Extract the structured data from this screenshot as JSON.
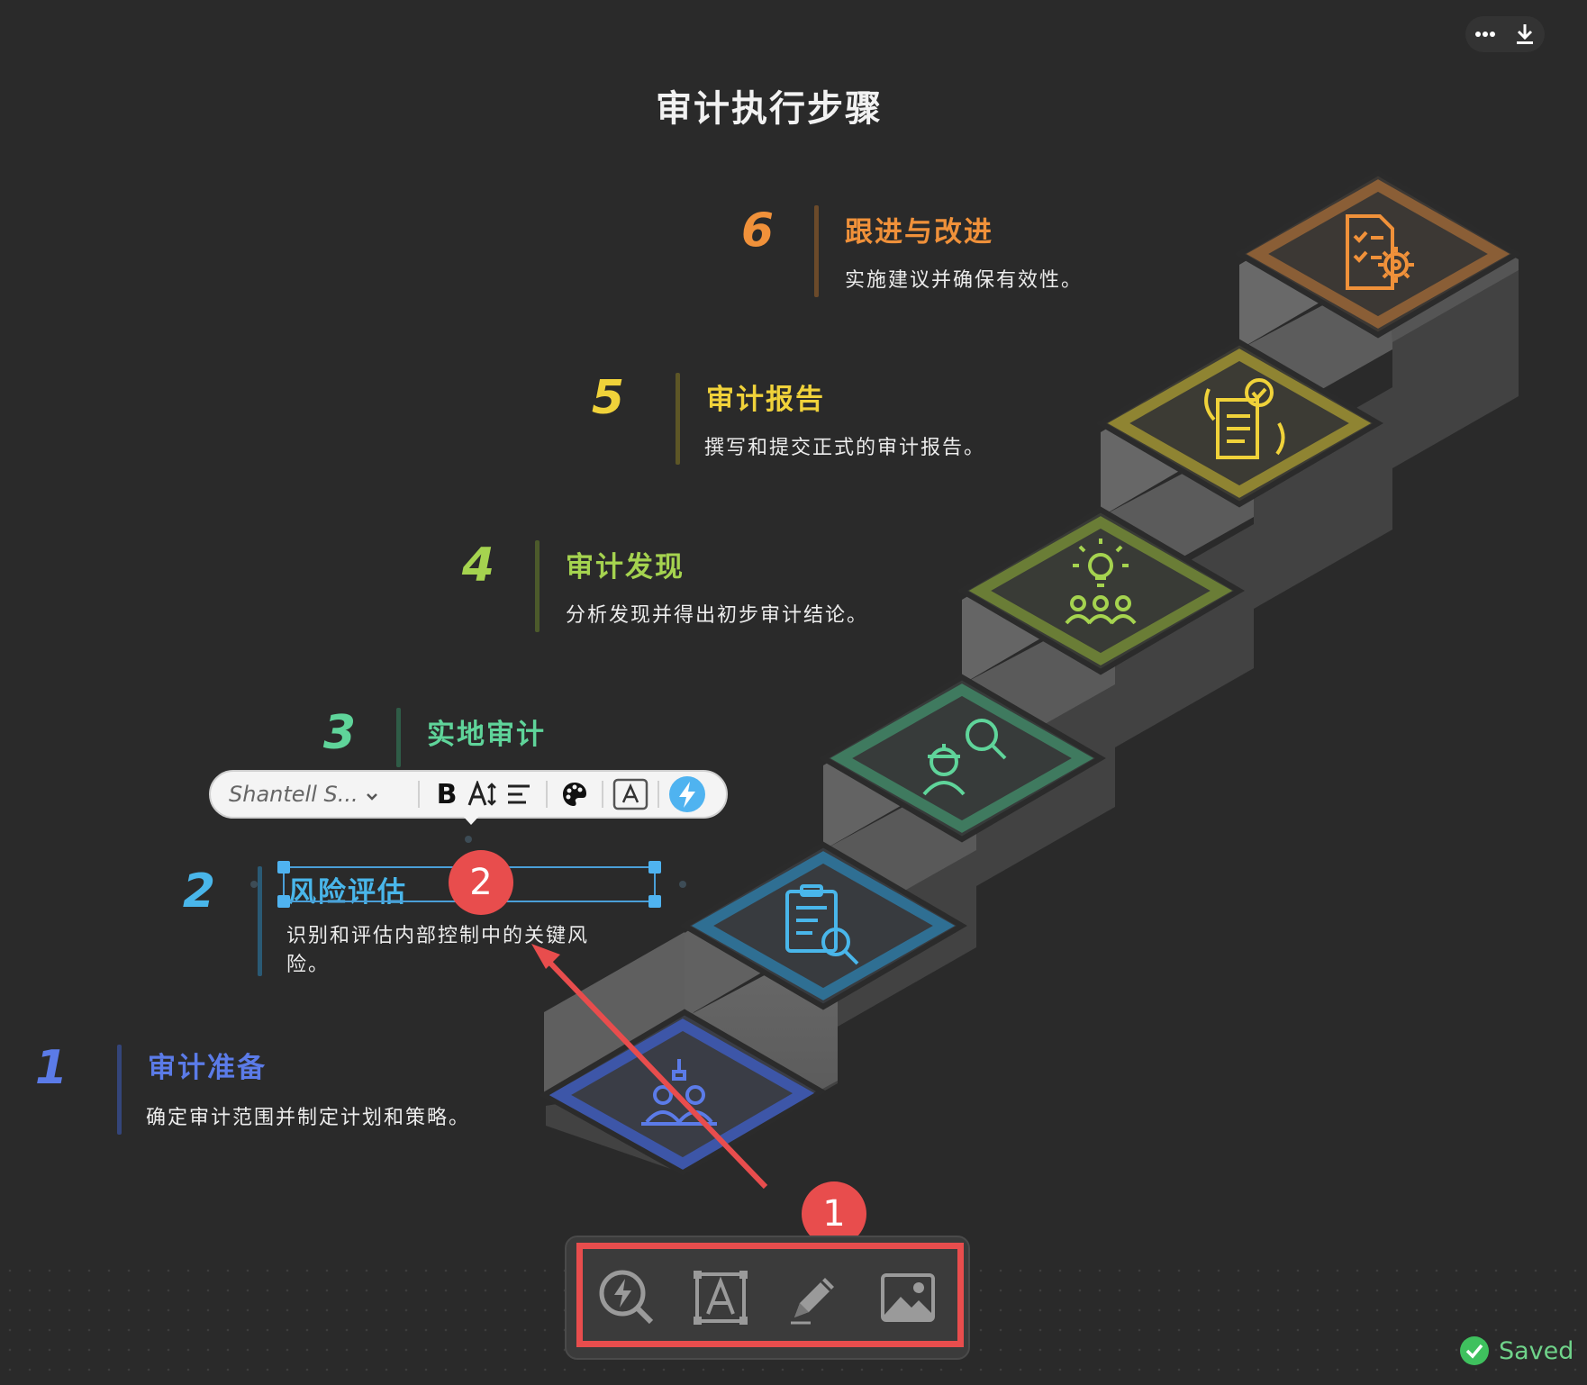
{
  "page": {
    "title": "审计执行步骤"
  },
  "steps": [
    {
      "number": "1",
      "title": "审计准备",
      "desc": "确定审计范围并制定计划和策略。",
      "color": "#5b7be8"
    },
    {
      "number": "2",
      "title": "风险评估",
      "desc": "识别和评估内部控制中的关键风险。",
      "color": "#49b6ea"
    },
    {
      "number": "3",
      "title": "实地审计",
      "desc": "",
      "color": "#5fd49a"
    },
    {
      "number": "4",
      "title": "审计发现",
      "desc": "分析发现并得出初步审计结论。",
      "color": "#a5d34f"
    },
    {
      "number": "5",
      "title": "审计报告",
      "desc": "撰写和提交正式的审计报告。",
      "color": "#f0d23a"
    },
    {
      "number": "6",
      "title": "跟进与改进",
      "desc": "实施建议并确保有效性。",
      "color": "#f0913a"
    }
  ],
  "format_toolbar": {
    "font_value": "Shantell S...",
    "bold_label": "B"
  },
  "annotations": {
    "callout_1": "1",
    "callout_2": "2",
    "accent": "#e84d4d"
  },
  "bottom_toolbar": {
    "tools": [
      "ai-search-icon",
      "text-box-icon",
      "pen-icon",
      "image-icon"
    ]
  },
  "status": {
    "saved_label": "Saved"
  },
  "icons": {
    "top": [
      "more-icon",
      "download-icon"
    ]
  }
}
